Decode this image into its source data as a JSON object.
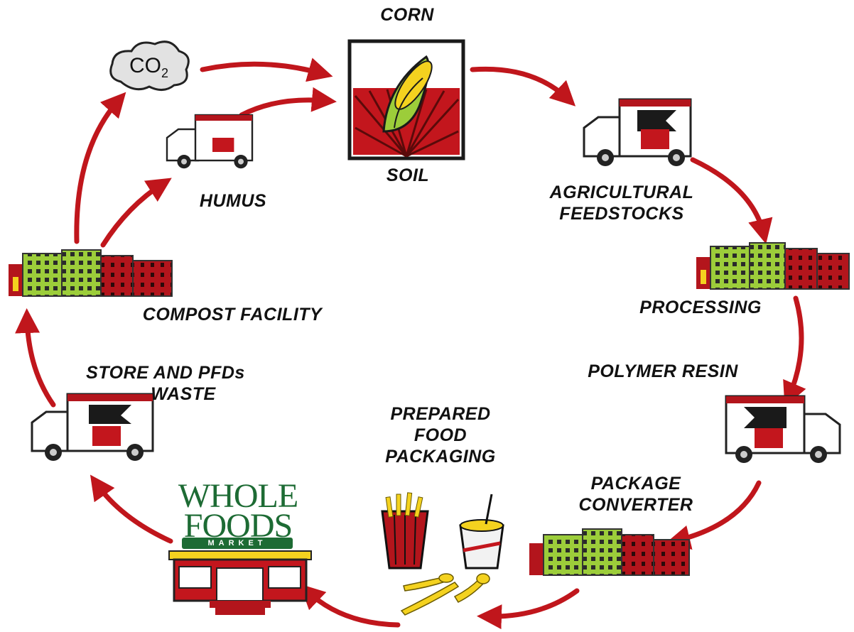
{
  "nodes": {
    "corn": "CORN",
    "soil": "SOIL",
    "agricultural_feedstocks": [
      "AGRICULTURAL",
      "FEEDSTOCKS"
    ],
    "processing": "PROCESSING",
    "polymer_resin": "POLYMER RESIN",
    "package_converter": [
      "PACKAGE",
      "CONVERTER"
    ],
    "prepared_food_packaging": [
      "PREPARED",
      "FOOD",
      "PACKAGING"
    ],
    "store_waste": [
      "STORE AND PFDs",
      "WASTE"
    ],
    "compost_facility": "COMPOST FACILITY",
    "humus": "HUMUS",
    "co2": {
      "base": "CO",
      "sub": "2"
    }
  },
  "logo": {
    "line1": "WHOLE",
    "line2": "FOODS",
    "tag": "MARKET"
  },
  "colors": {
    "arrow": "#c0161c",
    "brick": "#b3151c",
    "green": "#9ccd3a",
    "logo_green": "#1d6b34",
    "yellow": "#f4d21f"
  }
}
